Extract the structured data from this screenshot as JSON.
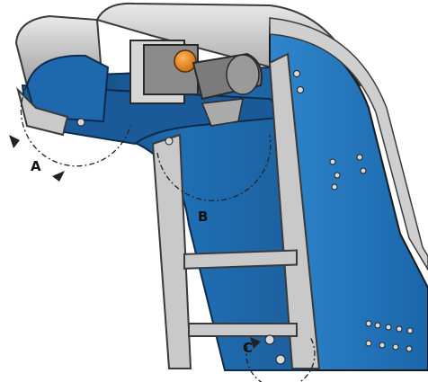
{
  "callouts": [
    {
      "id": "A",
      "label": "A"
    },
    {
      "id": "B",
      "label": "B"
    },
    {
      "id": "C",
      "label": "C"
    }
  ],
  "colors": {
    "belt_blue": "#1f6fb4",
    "belt_dark": "#123f6e",
    "frame_gray": "#c9c9c9",
    "frame_outline": "#3a3a3a",
    "motor_orange": "#e8871e",
    "callout_line": "#222222"
  }
}
